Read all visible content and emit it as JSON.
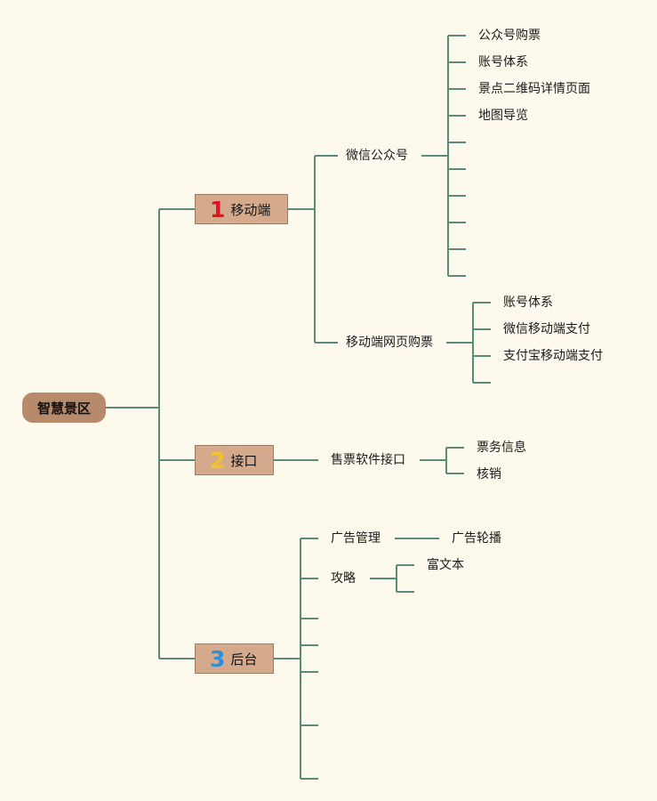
{
  "root": "智慧景区",
  "branches": [
    {
      "number": "1",
      "number_color": "#e0141e",
      "label": "移动端",
      "children": [
        {
          "label": "微信公众号",
          "children": [
            "公众号购票",
            "账号体系",
            "景点二维码详情页面",
            "地图导览",
            "",
            "",
            "",
            "",
            "",
            ""
          ]
        },
        {
          "label": "移动端网页购票",
          "children": [
            "账号体系",
            "微信移动端支付",
            "支付宝移动端支付",
            ""
          ]
        }
      ]
    },
    {
      "number": "2",
      "number_color": "#f3c428",
      "label": "接口",
      "children": [
        {
          "label": "售票软件接口",
          "children": [
            "票务信息",
            "核销"
          ]
        }
      ]
    },
    {
      "number": "3",
      "number_color": "#2e8fd8",
      "label": "后台",
      "children": [
        {
          "label": "广告管理",
          "children": [
            "广告轮播"
          ]
        },
        {
          "label": "攻略",
          "children": [
            "富文本",
            ""
          ]
        },
        {
          "label": "",
          "children": []
        },
        {
          "label": "",
          "children": []
        },
        {
          "label": "",
          "children": []
        },
        {
          "label": "",
          "children": []
        },
        {
          "label": "",
          "children": []
        }
      ]
    }
  ],
  "colors": {
    "line": "#5a8a78",
    "root_fill": "#b88a6c",
    "branch_fill": "#d4a98c",
    "background": "#fdf9ec"
  }
}
